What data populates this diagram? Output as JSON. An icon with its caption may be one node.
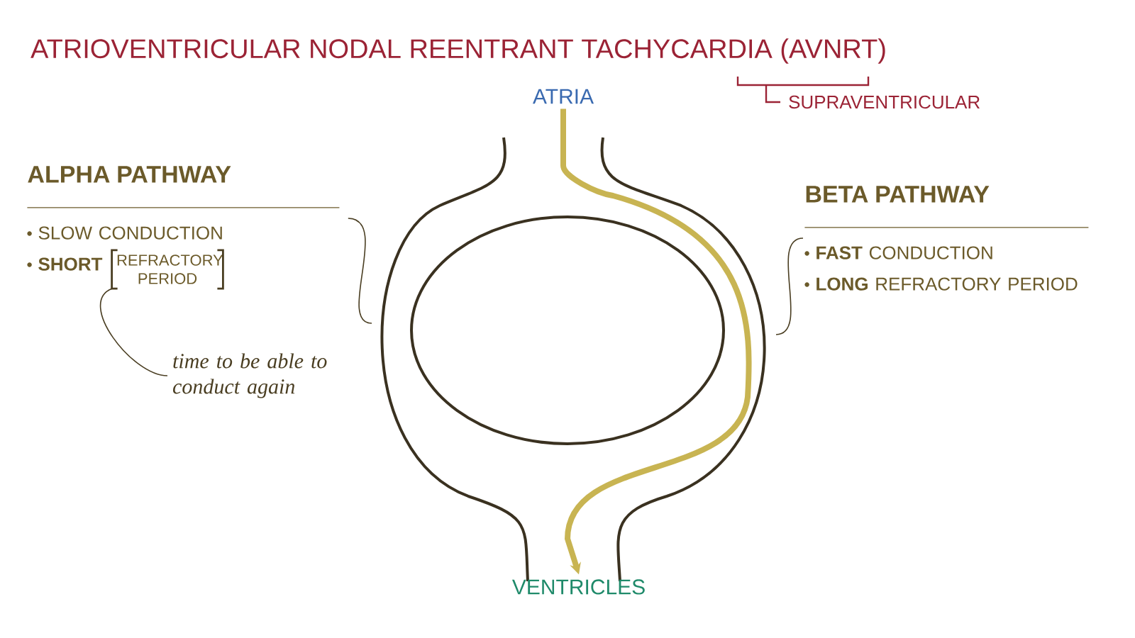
{
  "diagram": {
    "title": "ATRIOVENTRICULAR NODAL REENTRANT TACHYCARDIA (AVNRT)",
    "nodes": [
      {
        "text": [
          "ATRIA"
        ]
      },
      {
        "text": [
          "VENTRICLES"
        ]
      },
      {
        "text": [
          "ALPHA PATHWAY",
          "SLOW CONDUCTION",
          "SHORT"
        ]
      },
      {
        "text": [
          "REFRACTORY PERIOD"
        ]
      },
      {
        "text": [
          "time to be able to conduct again"
        ]
      },
      {
        "text": [
          "BETA PATHWAY",
          "**FAST** CONDUCTION",
          "**LONG** REFRACTORY PERIOD"
        ]
      }
    ],
    "edges": [
      {
        "from": 0,
        "to": 1,
        "arrow": "to",
        "style": "thick",
        "color": "#c8b452"
      },
      {
        "from": 2,
        "to": null,
        "arrow": "none"
      },
      {
        "from": 5,
        "to": null,
        "arrow": "none"
      },
      {
        "from": 3,
        "to": 4,
        "arrow": "none"
      }
    ],
    "labels": [
      "SUPRAVENTRICULAR"
    ]
  }
}
